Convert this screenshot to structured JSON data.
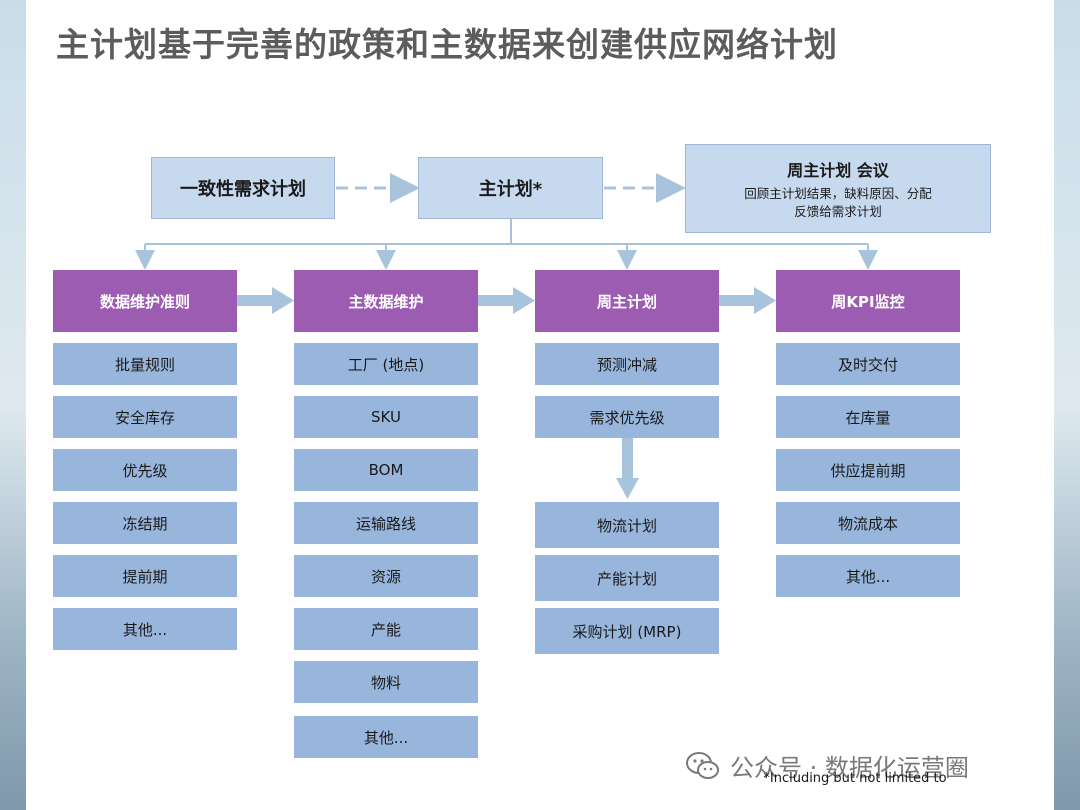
{
  "title": "主计划基于完善的政策和主数据来创建供应网络计划",
  "top_row": {
    "demand_plan": "一致性需求计划",
    "master_plan": "主计划*",
    "meeting": {
      "title": "周主计划 会议",
      "description": "回顾主计划结果，缺料原因、分配反馈给需求计划"
    }
  },
  "columns": [
    {
      "header": "数据维护准则",
      "items": [
        "批量规则",
        "安全库存",
        "优先级",
        "冻结期",
        "提前期",
        "其他..."
      ]
    },
    {
      "header": "主数据维护",
      "items": [
        "工厂 (地点)",
        "SKU",
        "BOM",
        "运输路线",
        "资源",
        "产能",
        "物料",
        "其他..."
      ]
    },
    {
      "header": "周主计划",
      "items": [
        "预测冲减",
        "需求优先级"
      ],
      "sub_items": [
        "物流计划",
        "产能计划",
        "采购计划 (MRP)"
      ]
    },
    {
      "header": "周KPI监控",
      "items": [
        "及时交付",
        "在库量",
        "供应提前期",
        "物流成本",
        "其他..."
      ]
    }
  ],
  "footnote": "*Including but not limited to",
  "watermark": "公众号 · 数据化运营圈",
  "colors": {
    "header_purple": "#9c5cb1",
    "item_blue": "#98b6dc",
    "top_box_blue": "#c7d9ee",
    "connector": "#a8c3dc"
  }
}
